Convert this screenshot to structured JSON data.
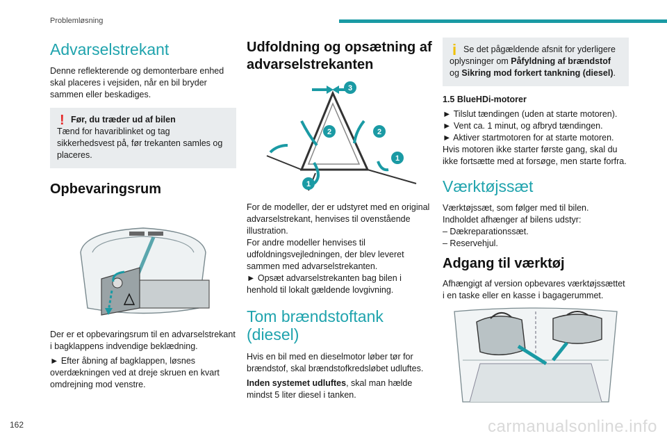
{
  "header": {
    "section": "Problemløsning"
  },
  "page_number": "162",
  "footer": {
    "watermark": "carmanualsonline.info"
  },
  "col1": {
    "title_warning": "Advarselstrekant",
    "warning_intro": "Denne reflekterende og demonterbare enhed skal placeres i vejsiden, når en bil bryder sammen eller beskadiges.",
    "warning_box_title": "Før, du træder ud af bilen",
    "warning_box_text": "Tænd for havariblinket og tag sikkerhedsvest på, før trekanten samles og placeres.",
    "title_storage": "Opbevaringsrum",
    "storage_text_1": "Der er et opbevaringsrum til en advarselstrekant i bagklappens indvendige beklædning.",
    "storage_text_2": "► Efter åbning af bagklappen, løsnes overdækningen ved at dreje skruen en kvart omdrejning mod venstre."
  },
  "col2": {
    "title_unfold": "Udfoldning og opsætning af advarselstrekanten",
    "step_labels": [
      "3",
      "2",
      "2",
      "1",
      "1"
    ],
    "unfold_text_1": "For de modeller, der er udstyret med en original advarselstrekant, henvises til ovenstående illustration.",
    "unfold_text_2": "For andre modeller henvises til udfoldningsvejledningen, der blev leveret sammen med advarselstrekanten.",
    "unfold_text_3": "► Opsæt advarselstrekanten bag bilen i henhold til lokalt gældende lovgivning.",
    "title_empty_tank": "Tom brændstoftank (diesel)",
    "tank_text_1": "Hvis en bil med en dieselmotor løber tør for brændstof, skal brændstofkredsløbet udluftes.",
    "tank_text_2_bold": "Inden systemet udluftes",
    "tank_text_2_rest": ", skal man hælde mindst 5 liter diesel i tanken."
  },
  "col3": {
    "info_text_a": "Se det pågældende afsnit for yderligere oplysninger om ",
    "info_bold_1": "Påfyldning af brændstof",
    "info_text_b": " og ",
    "info_bold_2": "Sikring mod forkert tankning (diesel)",
    "info_text_c": ".",
    "engine_title": "1.5 BlueHDi-motorer",
    "engine_steps": [
      "► Tilslut tændingen (uden at starte motoren).",
      "► Vent ca. 1 minut, og afbryd tændingen.",
      "► Aktiver startmotoren for at starte motoren."
    ],
    "engine_note": "Hvis motoren ikke starter første gang, skal du ikke fortsætte med at forsøge, men starte forfra.",
    "title_toolkit": "Værktøjssæt",
    "toolkit_text_1": "Værktøjssæt, som følger med til bilen.",
    "toolkit_text_2": "Indholdet afhænger af bilens udstyr:",
    "toolkit_items": [
      "– Dækreparationssæt.",
      "– Reservehjul."
    ],
    "title_access": "Adgang til værktøj",
    "access_text": "Afhængigt af version opbevares værktøjssættet i en taske eller en kasse i bagagerummet."
  },
  "colors": {
    "accent": "#1a9aa4",
    "heading_thin": "#1fa3ad",
    "warning": "#e52a2a",
    "info": "#f0c000",
    "box_bg": "#e9ecee"
  }
}
